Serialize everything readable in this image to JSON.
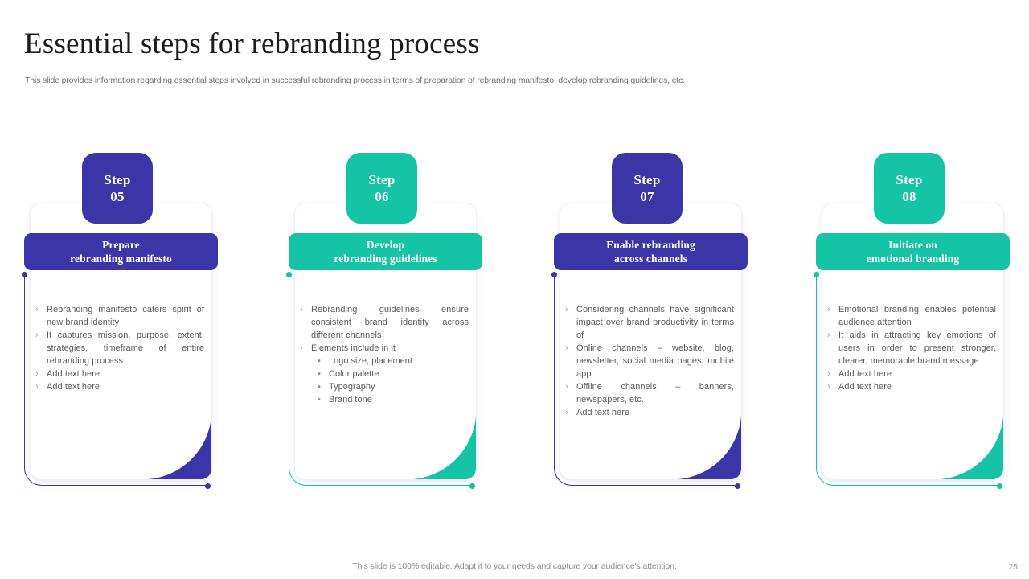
{
  "header": {
    "title": "Essential steps for rebranding process",
    "subtitle": "This slide provides information regarding essential steps involved in successful rebranding process in terms of preparation of rebranding manifesto, develop rebranding guidelines, etc."
  },
  "colors": {
    "purple": "#3c35a8",
    "teal": "#14c4a4",
    "text_body": "#5c5c5c",
    "title": "#1c1c1c"
  },
  "bullet_marker": "›",
  "sub_bullet_marker": "▪",
  "cards": [
    {
      "step_word": "Step",
      "step_number": "05",
      "accent": "#3c35a8",
      "title_line1": "Prepare",
      "title_line2": "rebranding manifesto",
      "bullets": [
        {
          "text": "Rebranding manifesto caters spirit of new brand identity",
          "subs": []
        },
        {
          "text": "It captures mission, purpose, extent, strategies, timeframe of entire rebranding process",
          "subs": []
        },
        {
          "text": "Add text here",
          "subs": []
        },
        {
          "text": "Add text here",
          "subs": []
        }
      ]
    },
    {
      "step_word": "Step",
      "step_number": "06",
      "accent": "#14c4a4",
      "title_line1": "Develop",
      "title_line2": "rebranding guidelines",
      "bullets": [
        {
          "text": "Rebranding guidelines ensure consistent brand identity across different channels",
          "subs": []
        },
        {
          "text": "Elements include in it",
          "subs": [
            "Logo size, placement",
            "Color palette",
            "Typography",
            "Brand tone"
          ]
        }
      ]
    },
    {
      "step_word": "Step",
      "step_number": "07",
      "accent": "#3c35a8",
      "title_line1": "Enable rebranding",
      "title_line2": "across channels",
      "bullets": [
        {
          "text": "Considering channels have significant impact over brand productivity in terms of",
          "subs": []
        },
        {
          "text": "Online channels – website, blog, newsletter, social media pages, mobile app",
          "subs": []
        },
        {
          "text": "Offline channels – banners, newspapers, etc.",
          "subs": []
        },
        {
          "text": "Add text here",
          "subs": []
        }
      ]
    },
    {
      "step_word": "Step",
      "step_number": "08",
      "accent": "#14c4a4",
      "title_line1": "Initiate on",
      "title_line2": "emotional branding",
      "bullets": [
        {
          "text": "Emotional branding enables potential audience attention",
          "subs": []
        },
        {
          "text": "It aids in attracting key emotions of users in order to present stronger, clearer, memorable brand message",
          "subs": []
        },
        {
          "text": "Add text here",
          "subs": []
        },
        {
          "text": "Add text here",
          "subs": []
        }
      ]
    }
  ],
  "footer": {
    "note": "This slide is 100% editable. Adapt it to your needs and capture your audience's attention.",
    "page_number": "25"
  }
}
